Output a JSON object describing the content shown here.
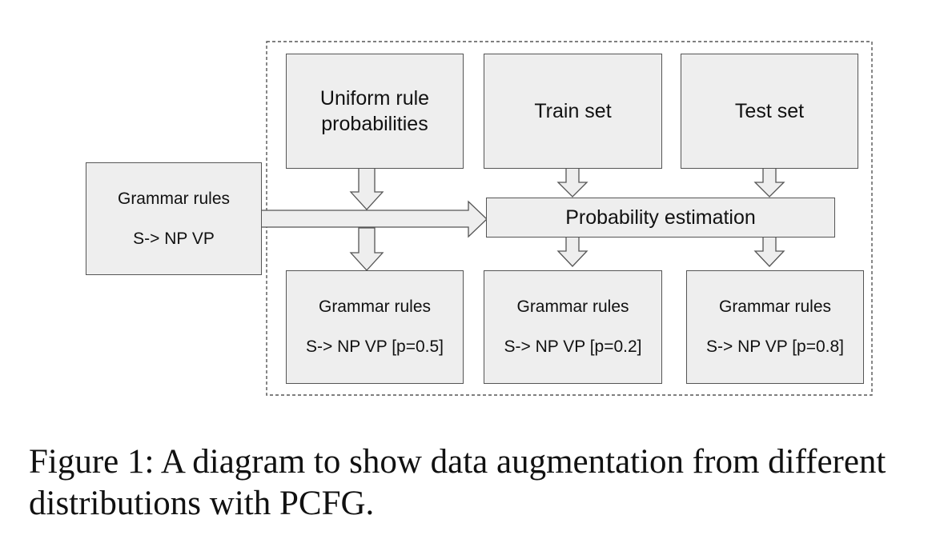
{
  "diagram": {
    "input": {
      "title": "Grammar rules",
      "rule": "S-> NP VP"
    },
    "sources": {
      "uniform": "Uniform rule\nprobabilities",
      "train": "Train set",
      "test": "Test set"
    },
    "estimator": "Probability estimation",
    "outputs": [
      {
        "title": "Grammar rules",
        "rule": "S-> NP VP [p=0.5]"
      },
      {
        "title": "Grammar rules",
        "rule": "S-> NP VP [p=0.2]"
      },
      {
        "title": "Grammar rules",
        "rule": "S-> NP VP [p=0.8]"
      }
    ]
  },
  "caption": "Figure 1: A diagram to show data augmentation from different distributions with PCFG."
}
